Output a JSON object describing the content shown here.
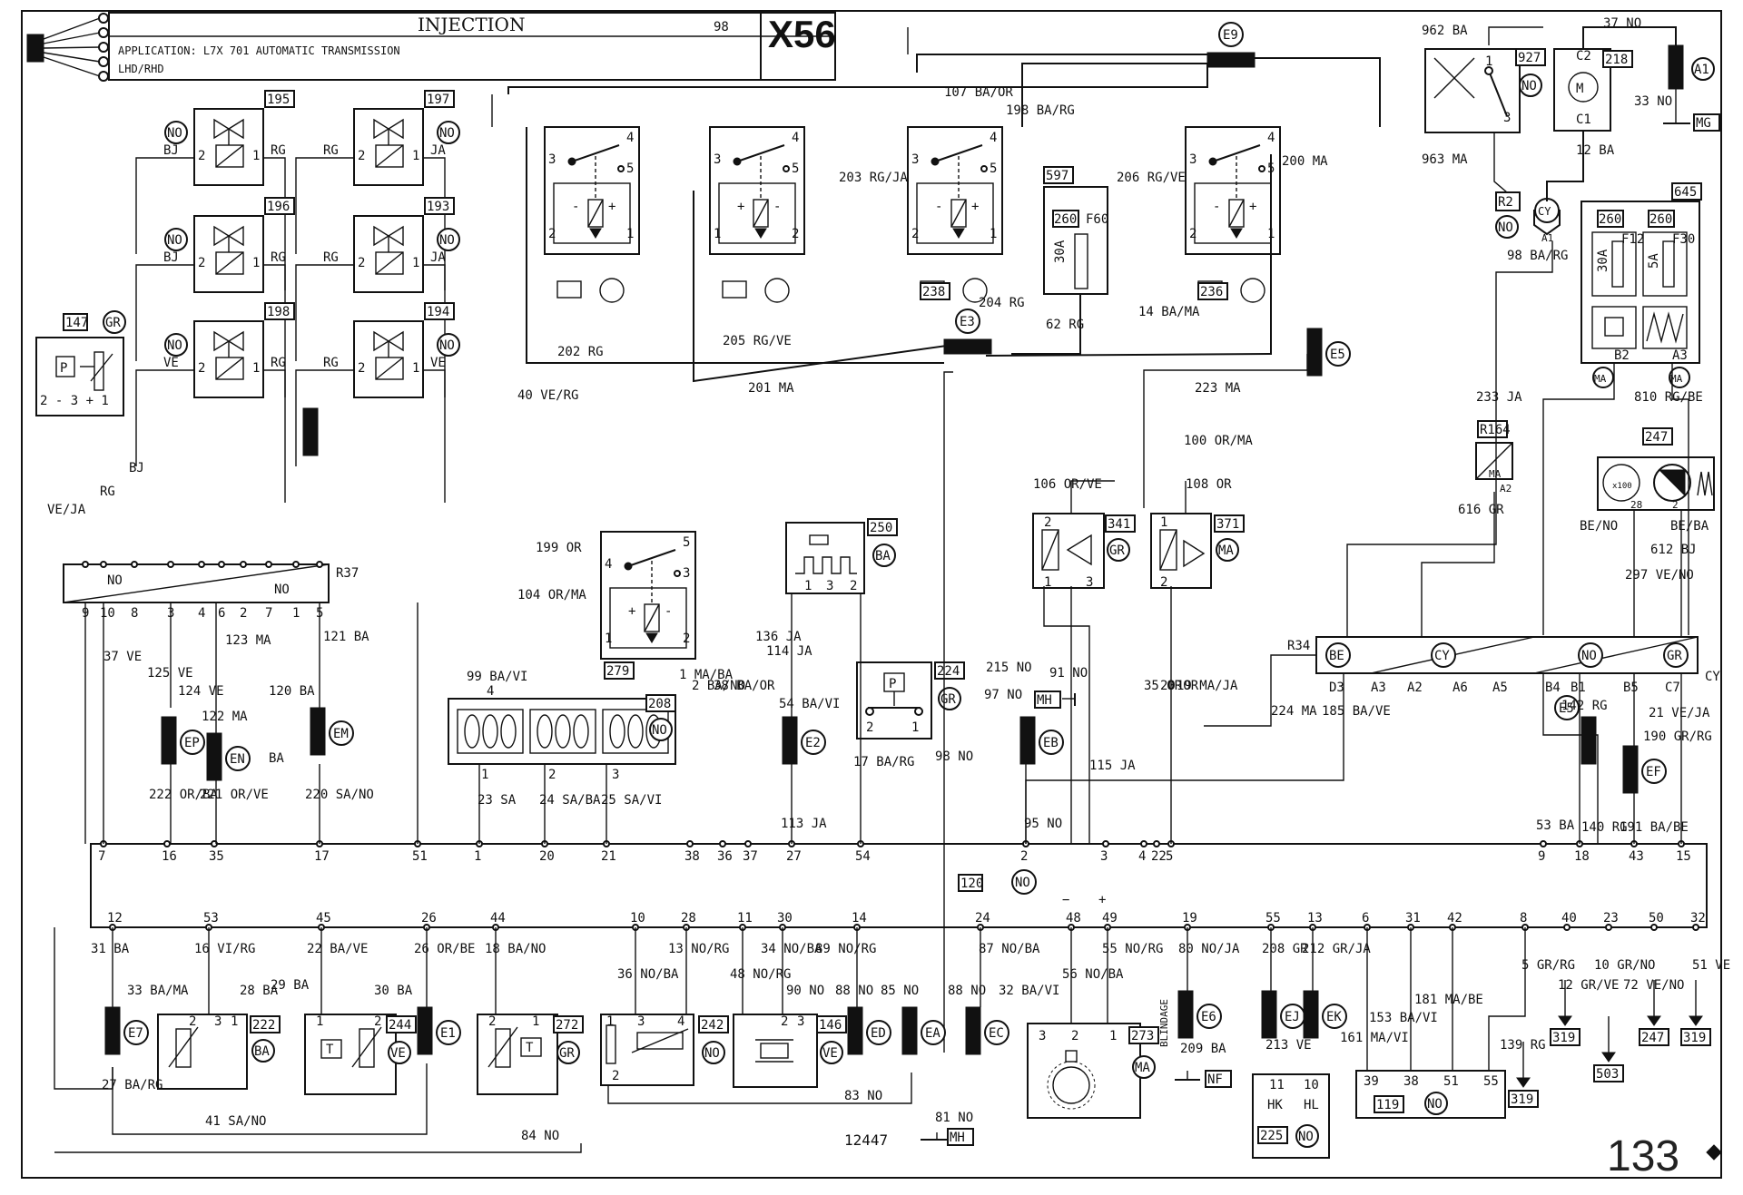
{
  "header": {
    "title": "INJECTION",
    "page_num": "98",
    "code": "X56",
    "application_line": "APPLICATION:  L7X 701 AUTOMATIC TRANSMISSION",
    "sub_line": "LHD/RHD"
  },
  "footer": {
    "drawing_ref": "12447",
    "page_number": "133"
  },
  "valves": [
    {
      "id": "195",
      "code": "NO",
      "left_pin": "2",
      "right_pin": "1",
      "left_wire": "BJ",
      "right_wire": "RG"
    },
    {
      "id": "197",
      "code": "NO",
      "left_pin": "2",
      "right_pin": "1",
      "left_wire": "RG",
      "right_wire": "JA"
    },
    {
      "id": "196",
      "code": "NO",
      "left_pin": "2",
      "right_pin": "1",
      "left_wire": "BJ",
      "right_wire": "RG"
    },
    {
      "id": "193",
      "code": "NO",
      "left_pin": "2",
      "right_pin": "1",
      "left_wire": "RG",
      "right_wire": "JA"
    },
    {
      "id": "198",
      "code": "NO",
      "left_pin": "2",
      "right_pin": "1",
      "left_wire": "VE",
      "right_wire": "RG"
    },
    {
      "id": "194",
      "code": "NO",
      "left_pin": "2",
      "right_pin": "1",
      "left_wire": "RG",
      "right_wire": "VE"
    }
  ],
  "relays": [
    {
      "id": "",
      "pins": [
        "3",
        "4",
        "5",
        "2",
        "1"
      ],
      "signs": [
        "-",
        "+"
      ]
    },
    {
      "id": "",
      "pins": [
        "3",
        "4",
        "5",
        "1",
        "2"
      ],
      "signs": [
        "+",
        "-"
      ]
    },
    {
      "id": "238",
      "pins": [
        "3",
        "4",
        "5",
        "2",
        "1"
      ],
      "signs": [
        "-",
        "+"
      ]
    },
    {
      "id": "236",
      "pins": [
        "3",
        "4",
        "5",
        "2",
        "1"
      ],
      "signs": [
        "-",
        "+"
      ]
    },
    {
      "id": "279",
      "pins": [
        "4",
        "5",
        "3",
        "1",
        "2"
      ],
      "signs": [
        "+",
        "-"
      ]
    }
  ],
  "fuse_597": {
    "id": "597",
    "sub": "260",
    "rating": "30A",
    "name": "F60"
  },
  "fuse_645": {
    "id": "645",
    "left_sub": "260",
    "right_sub": "260",
    "left_rating": "30A",
    "left_name": "F12",
    "right_rating": "5A",
    "right_name": "F30",
    "pin_b2": "B2",
    "pin_a3": "A3",
    "code": "MA"
  },
  "connectors": [
    {
      "id": "E9"
    },
    {
      "id": "E3"
    },
    {
      "id": "E5"
    },
    {
      "id": "EP"
    },
    {
      "id": "EN"
    },
    {
      "id": "EM"
    },
    {
      "id": "E2"
    },
    {
      "id": "EB"
    },
    {
      "id": "E7"
    },
    {
      "id": "E1"
    },
    {
      "id": "ED"
    },
    {
      "id": "EA"
    },
    {
      "id": "EC"
    },
    {
      "id": "E6"
    },
    {
      "id": "EJ"
    },
    {
      "id": "EK"
    },
    {
      "id": "EF"
    },
    {
      "id": "A1"
    }
  ],
  "components": {
    "c147": {
      "id": "147",
      "code": "GR",
      "pins": "2 -    3  + 1"
    },
    "c927": {
      "id": "927",
      "code": "NO",
      "pins": [
        "1",
        "3"
      ]
    },
    "c218": {
      "id": "218",
      "pins": [
        "C2",
        "C1"
      ]
    },
    "cR2": {
      "id": "R2",
      "code": "NO",
      "pin": "A1"
    },
    "cR164": {
      "id": "R164",
      "code": "MA",
      "pin": "A2"
    },
    "c247": {
      "id": "247",
      "gauge": "x100",
      "pins": [
        "28",
        "2"
      ]
    },
    "c250": {
      "id": "250",
      "code": "BA",
      "pins": [
        "1",
        "3",
        "2"
      ]
    },
    "c341": {
      "id": "341",
      "code": "GR",
      "pins": [
        "2",
        "1",
        "3"
      ]
    },
    "c371": {
      "id": "371",
      "code": "MA",
      "pins": [
        "1",
        "2"
      ]
    },
    "c224": {
      "id": "224",
      "code": "GR",
      "pins": [
        "2",
        "1"
      ],
      "symbol": "P"
    },
    "c208": {
      "id": "208",
      "code": "NO",
      "pins_top": [
        "4"
      ],
      "pins_bottom": [
        "1",
        "2",
        "3"
      ]
    },
    "c222": {
      "id": "222",
      "code": "BA",
      "pins": [
        "2",
        "3",
        "1"
      ]
    },
    "c244": {
      "id": "244",
      "code": "VE",
      "pins": [
        "1",
        "2"
      ]
    },
    "c272": {
      "id": "272",
      "code": "GR",
      "pins": [
        "2",
        "1"
      ]
    },
    "c242": {
      "id": "242",
      "code": "NO",
      "pins": [
        "3",
        "4",
        "1",
        "2"
      ]
    },
    "c146": {
      "id": "146",
      "code": "VE",
      "pins": [
        "2",
        "3"
      ]
    },
    "c273": {
      "id": "273",
      "code": "MA",
      "pins": [
        "3",
        "2",
        "1"
      ]
    },
    "c225": {
      "id": "225",
      "code": "NO",
      "pins": [
        "11",
        "10"
      ],
      "labels": [
        "HK",
        "HL"
      ]
    },
    "c119": {
      "id": "119",
      "code": "NO",
      "pins": [
        "39",
        "38",
        "51",
        "55"
      ]
    },
    "R37": {
      "id": "R37",
      "left": "NO",
      "right": "NO",
      "pins": [
        "9",
        "10",
        "8",
        "3",
        "4",
        "6",
        "2",
        "7",
        "1",
        "5"
      ]
    },
    "R34": {
      "id": "R34",
      "segments": [
        "BE",
        "CY",
        "NO",
        "GR"
      ],
      "pins": [
        "D3",
        "A3",
        "A2",
        "A6",
        "A5",
        "B4",
        "B1",
        "B5",
        "C7"
      ],
      "end": "CY"
    },
    "ECU120": {
      "id": "120",
      "code": "NO",
      "top_pins": [
        "7",
        "16",
        "35",
        "17",
        "51",
        "1",
        "20",
        "21",
        "38",
        "36",
        "37",
        "27",
        "54",
        "2",
        "3",
        "4",
        "22",
        "5",
        "9",
        "18",
        "43",
        "15"
      ],
      "bottom_pins": [
        "12",
        "53",
        "45",
        "26",
        "44",
        "10",
        "28",
        "11",
        "30",
        "14",
        "24",
        "48",
        "49",
        "19",
        "55",
        "13",
        "6",
        "31",
        "42",
        "8",
        "40",
        "23",
        "50",
        "32"
      ],
      "minus": "−",
      "plus": "+"
    }
  },
  "wires": [
    "962  BA",
    "37  NO",
    "33  NO",
    "963  MA",
    "12  BA",
    "98  BA/RG",
    "233  JA",
    "810  RG/BE",
    "107  BA/OR",
    "198  BA/RG",
    "203  RG/JA",
    "206  RG/VE",
    "200  MA",
    "202  RG",
    "205  RG/VE",
    "204  RG",
    "62  RG",
    "14  BA/MA",
    "201  MA",
    "223  MA",
    "100  OR/MA",
    "40  VE/RG",
    "106  OR/VE",
    "108  OR",
    "616  GR",
    "BE/NO",
    "BE/BA",
    "612  BJ",
    "297  VE/NO",
    "199  OR",
    "104  OR/MA",
    "136  JA",
    "114  JA",
    "54  BA/VI",
    "215  NO",
    "91  NO",
    "97  NO",
    "35  OR",
    "20  OR",
    "19  MA/JA",
    "224  MA",
    "185  BA/VE",
    "142  RG",
    "21  VE/JA",
    "190  GR/RG",
    "99  BA/VI",
    "1  MA/BA",
    "2  BA/NO",
    "38  BA/OR",
    "17  BA/RG",
    "98  NO",
    "115  JA",
    "23  SA",
    "24  SA/BA",
    "25  SA/VI",
    "113  JA",
    "95  NO",
    "53  BA",
    "140  RG",
    "191  BA/BE",
    "VE/JA",
    "RG",
    "BJ",
    "37  VE",
    "125  VE",
    "124  VE",
    "123  MA",
    "121  BA",
    "122  MA",
    "120  BA",
    "222  OR/BA",
    "221  OR/VE",
    "220  SA/NO",
    "BA",
    "31  BA",
    "16  VI/RG",
    "22  BA/VE",
    "26  OR/BE",
    "18  BA/NO",
    "36  NO/BA",
    "13  NO/RG",
    "48  NO/RG",
    "34  NO/BA",
    "89  NO/RG",
    "87  NO/BA",
    "56  NO/BA",
    "55  NO/RG",
    "80  NO/JA",
    "208  GR",
    "212  GR/JA",
    "161  MA/VI",
    "153  BA/VI",
    "181  MA/BE",
    "5  GR/RG",
    "12  GR/VE",
    "10  GR/NO",
    "72  VE/NO",
    "51  VE",
    "139  RG",
    "33  BA/MA",
    "28  BA",
    "29  BA",
    "30  BA",
    "90  NO",
    "88  NO",
    "85  NO",
    "88  NO",
    "32  BA/VI",
    "27  BA/RG",
    "41  SA/NO",
    "84  NO",
    "83  NO",
    "81  NO",
    "209  BA",
    "213  VE"
  ],
  "grounds": [
    "MG",
    "MH",
    "MH",
    "NF"
  ],
  "misc": {
    "blindage": "BLINDAGE",
    "arrows": [
      "319",
      "319",
      "503",
      "247",
      "319"
    ]
  }
}
